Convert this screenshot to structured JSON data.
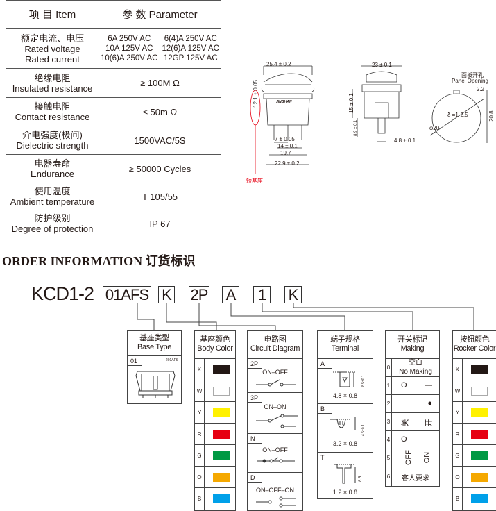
{
  "spec_table": {
    "header": {
      "item": "项 目   Item",
      "parameter": "参 数   Parameter"
    },
    "rows": [
      {
        "cn": "额定电流、电压",
        "en": "Rated voltage",
        "en2": "Rated current",
        "values": [
          "6A 250V AC",
          "6(4)A 250V AC",
          "10A 125V AC",
          "12(6)A 125V AC",
          "10(6)A 250V AC",
          "12GP 125V AC"
        ]
      },
      {
        "cn": "绝缘电阻",
        "en": "Insulated resistance",
        "value": "≥ 100M Ω"
      },
      {
        "cn": "接触电阻",
        "en": "Contact resistance",
        "value": "≤ 50m Ω"
      },
      {
        "cn": "介电强度(极间)",
        "en": "Dielectric strength",
        "value": "1500VAC/5S"
      },
      {
        "cn": "电器寿命",
        "en": "Endurance",
        "value": "≥ 50000 Cycles"
      },
      {
        "cn": "使用温度",
        "en": "Ambient temperature",
        "value": "T 105/55"
      },
      {
        "cn": "防护级别",
        "en": "Degree of protection",
        "value": "IP 67"
      }
    ]
  },
  "drawings": {
    "front": {
      "width": "25.4 ± 0.2",
      "height": "12.1 ± 0.05",
      "pin1": "7 ± 0.05",
      "pin2": "14 ± 0.1",
      "inner": "19.7",
      "base": "22.9 ± 0.2",
      "brand": "JINGHAN",
      "note": "短基座"
    },
    "side": {
      "width": "23 ± 0.1",
      "height": "15 ± 0.1",
      "terminal": "8.9 ± 0.1",
      "terminal_w": "4.8 ± 0.1"
    },
    "panel": {
      "title_cn": "面板开孔",
      "title_en": "Panel Opening",
      "notch": "2.2",
      "height": "20.8",
      "thickness": "δ =1-2.5",
      "diameter": "φ20"
    }
  },
  "order": {
    "title": "ORDER INFORMATION 订货标识",
    "prefix": "KCD1-2",
    "codes": [
      "01AFS",
      "K",
      "2P",
      "A",
      "1",
      "K"
    ],
    "base_type": {
      "cn": "基座类型",
      "en": "Base Type",
      "code": "01",
      "model": "201AFS"
    },
    "body_color": {
      "cn": "基座颜色",
      "en": "Body Color",
      "items": [
        {
          "code": "K",
          "color": "#231815"
        },
        {
          "code": "W",
          "color": "#ffffff"
        },
        {
          "code": "Y",
          "color": "#fff100"
        },
        {
          "code": "R",
          "color": "#e60012"
        },
        {
          "code": "G",
          "color": "#009944"
        },
        {
          "code": "O",
          "color": "#f5a800"
        },
        {
          "code": "B",
          "color": "#00a0e9"
        }
      ]
    },
    "circuit": {
      "cn": "电路图",
      "en": "Circuit Diagram",
      "items": [
        {
          "code": "2P",
          "label": "ON–OFF"
        },
        {
          "code": "3P",
          "label": "ON–ON"
        },
        {
          "code": "N",
          "label": "ON–OFF"
        },
        {
          "code": "D",
          "label": "ON–OFF–ON"
        }
      ]
    },
    "terminal": {
      "cn": "端子规格",
      "en": "Terminal",
      "items": [
        {
          "code": "A",
          "size": "4.8 × 0.8",
          "dim": "8.5±0.1"
        },
        {
          "code": "B",
          "size": "3.2 × 0.8",
          "dim": "4.5±0.1"
        },
        {
          "code": "T",
          "size": "1.2 × 0.8",
          "dim": "8.5"
        }
      ]
    },
    "making": {
      "cn": "开关标记",
      "en": "Making",
      "items": [
        {
          "code": "0",
          "left": "空白",
          "right": "No Making"
        },
        {
          "code": "1",
          "left": "O",
          "right": "—"
        },
        {
          "code": "2",
          "left": "",
          "right": "●"
        },
        {
          "code": "3",
          "left": "关",
          "right": "开"
        },
        {
          "code": "4",
          "left": "O",
          "right": "|"
        },
        {
          "code": "5",
          "left": "OFF",
          "right": "ON"
        },
        {
          "code": "6",
          "left": "客人要求",
          "right": ""
        }
      ]
    },
    "rocker_color": {
      "cn": "按钮颜色",
      "en": "Rocker Color",
      "items": [
        {
          "code": "K",
          "color": "#231815"
        },
        {
          "code": "W",
          "color": "#ffffff"
        },
        {
          "code": "Y",
          "color": "#fff100"
        },
        {
          "code": "R",
          "color": "#e60012"
        },
        {
          "code": "G",
          "color": "#009944"
        },
        {
          "code": "O",
          "color": "#f5a800"
        },
        {
          "code": "B",
          "color": "#00a0e9"
        }
      ]
    }
  }
}
